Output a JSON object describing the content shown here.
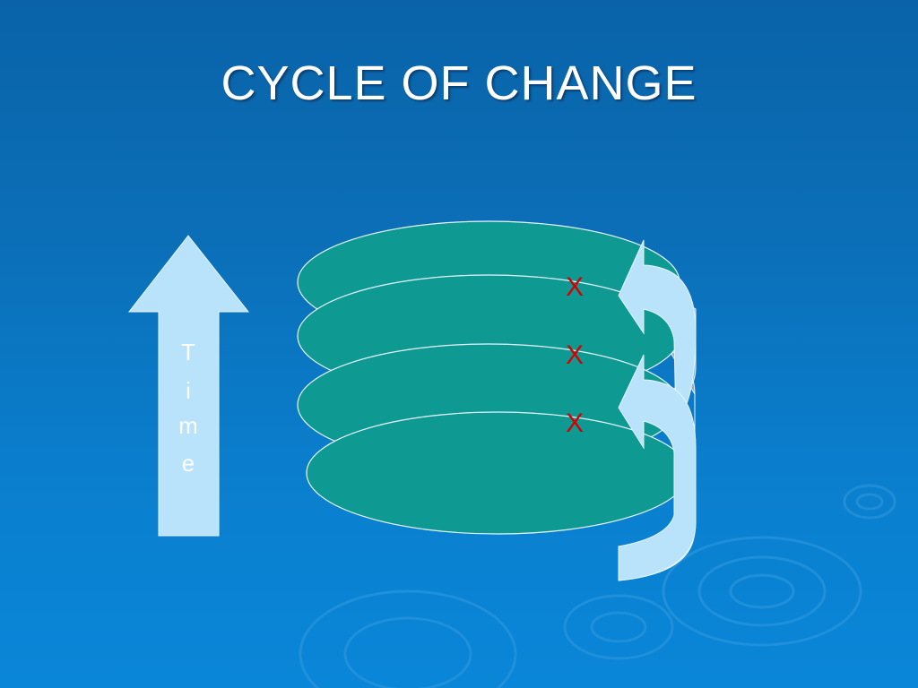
{
  "slide": {
    "title": "CYCLE OF CHANGE",
    "time_arrow": {
      "letters": [
        "T",
        "i",
        "m",
        "e"
      ],
      "fill_color": "#b9e3fb"
    },
    "layers": {
      "count": 4,
      "fill_color": "#0e9a92",
      "marks": [
        "X",
        "X",
        "X"
      ],
      "mark_color": "#d40000",
      "curved_arrow_color": "#b9e3fb",
      "curved_arrow_shadow": "#8aa9c6"
    }
  }
}
